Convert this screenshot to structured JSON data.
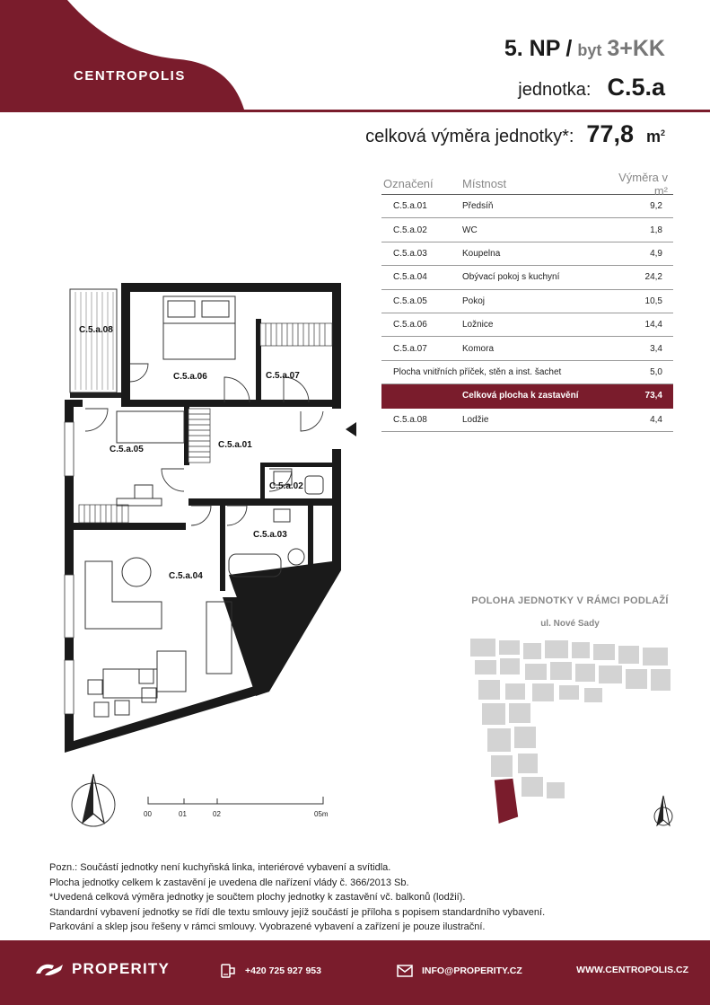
{
  "brand": {
    "name": "CENTROPOLIS",
    "color": "#7a1c2c"
  },
  "header": {
    "floor": "5. NP",
    "slash": "/",
    "byt_label": "byt",
    "disposition": "3+KK",
    "unit_label": "jednotka:",
    "unit_code": "C.5.a",
    "area_label": "celková výměra jednotky*:",
    "area_value": "77,8",
    "area_unit": "m",
    "area_unit_sup": "2"
  },
  "table": {
    "headers": {
      "code": "Označení",
      "room": "Místnost",
      "area": "Výměra v m²"
    },
    "rows": [
      {
        "code": "C.5.a.01",
        "room": "Předsíň",
        "area": "9,2"
      },
      {
        "code": "C.5.a.02",
        "room": "WC",
        "area": "1,8"
      },
      {
        "code": "C.5.a.03",
        "room": "Koupelna",
        "area": "4,9"
      },
      {
        "code": "C.5.a.04",
        "room": "Obývací pokoj s kuchyní",
        "area": "24,2"
      },
      {
        "code": "C.5.a.05",
        "room": "Pokoj",
        "area": "10,5"
      },
      {
        "code": "C.5.a.06",
        "room": "Ložnice",
        "area": "14,4"
      },
      {
        "code": "C.5.a.07",
        "room": "Komora",
        "area": "3,4"
      }
    ],
    "partitions": {
      "label": "Plocha vnitřních příček, stěn a inst. šachet",
      "area": "5,0"
    },
    "total": {
      "label": "Celková plocha k zastavění",
      "area": "73,4"
    },
    "extra_rows": [
      {
        "code": "C.5.a.08",
        "room": "Lodžie",
        "area": "4,4"
      }
    ]
  },
  "plan": {
    "labels": {
      "r01": "C.5.a.01",
      "r02": "C.5.a.02",
      "r03": "C.5.a.03",
      "r04": "C.5.a.04",
      "r05": "C.5.a.05",
      "r06": "C.5.a.06",
      "r07": "C.5.a.07",
      "r08": "C.5.a.08"
    },
    "scale_ticks": [
      "00",
      "01",
      "02",
      "05m"
    ]
  },
  "location": {
    "title": "POLOHA JEDNOTKY V RÁMCI PODLAŽÍ",
    "street": "ul. Nové Sady"
  },
  "notes": [
    "Pozn.: Součástí jednotky není kuchyňská linka, interiérové vybavení a svítidla.",
    "Plocha jednotky celkem k zastavění je uvedena dle nařízení vlády č. 366/2013 Sb.",
    "*Uvedená celková výměra jednotky je součtem plochy jednotky k zastavění vč. balkonů (lodžií).",
    "Standardní vybavení jednotky se řídí dle textu smlouvy jejíž součástí je příloha s popisem standardního vybavení.",
    "Parkování a sklep jsou řešeny v rámci smlouvy. Vyobrazené vybavení a zařízení je pouze ilustrační."
  ],
  "footer": {
    "logo": "PROPERITY",
    "phone": "+420 725 927 953",
    "email": "INFO@PROPERITY.CZ",
    "web": "WWW.CENTROPOLIS.CZ"
  }
}
